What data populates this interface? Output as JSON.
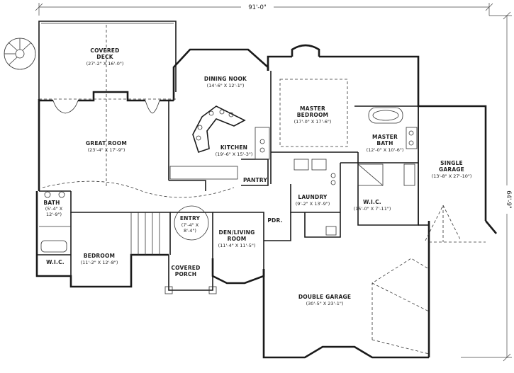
{
  "overall": {
    "width": "91'-0\"",
    "depth": "64'-9\""
  },
  "rooms": {
    "covered_deck": {
      "name_line1": "COVERED",
      "name_line2": "DECK",
      "dims": "(27'-2\" X 16'-0\")"
    },
    "dining_nook": {
      "name": "DINING NOOK",
      "dims": "(14'-6\" X 12'-1\")"
    },
    "master_bedroom": {
      "name_line1": "MASTER",
      "name_line2": "BEDROOM",
      "dims": "(17'-0\" X 17'-6\")"
    },
    "great_room": {
      "name": "GREAT ROOM",
      "dims": "(23'-4\" X 17'-9\")"
    },
    "kitchen": {
      "name": "KITCHEN",
      "dims": "(19'-6\" X 15'-3\")"
    },
    "master_bath": {
      "name_line1": "MASTER",
      "name_line2": "BATH",
      "dims": "(12'-0\" X 10'-6\")"
    },
    "single_garage": {
      "name_line1": "SINGLE",
      "name_line2": "GARAGE",
      "dims": "(13'-8\" X 27'-10\")"
    },
    "pantry": {
      "name": "PANTRY"
    },
    "laundry": {
      "name": "LAUNDRY",
      "dims": "(9'-2\" X 13'-9\")"
    },
    "wic_master": {
      "name": "W.I.C.",
      "dims": "(15'-0\" X 7'-11\")"
    },
    "bath": {
      "name": "BATH",
      "dims_line1": "(5'-4\" X",
      "dims_line2": "12'-9\")"
    },
    "entry": {
      "name": "ENTRY",
      "dims_line1": "(7'-4\" X",
      "dims_line2": "8'-4\")"
    },
    "pdr": {
      "name": "PDR."
    },
    "den_living": {
      "name_line1": "DEN/LIVING",
      "name_line2": "ROOM",
      "dims": "(11'-4\" X 11'-5\")"
    },
    "bedroom": {
      "name": "BEDROOM",
      "dims": "(11'-2\" X 12'-8\")"
    },
    "wic_bedroom": {
      "name": "W.I.C."
    },
    "covered_porch": {
      "name_line1": "COVERED",
      "name_line2": "PORCH"
    },
    "double_garage": {
      "name": "DOUBLE GARAGE",
      "dims": "(30'-5\" X 23'-1\")"
    }
  }
}
